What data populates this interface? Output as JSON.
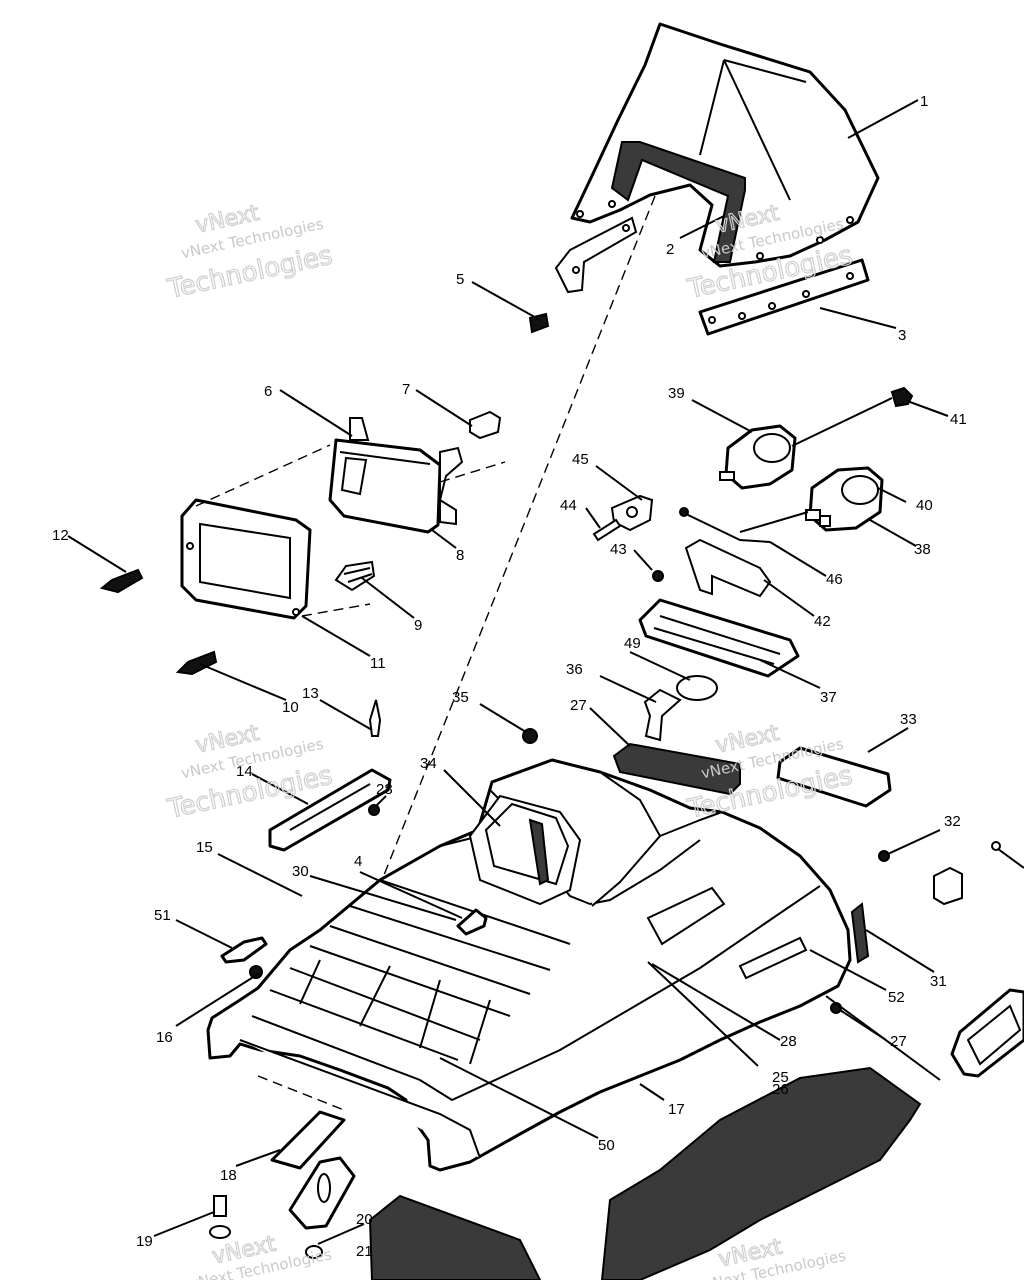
{
  "watermark": {
    "line1": "vNext",
    "line2": "vNext Technologies",
    "line3": "Technologies"
  },
  "callouts": [
    {
      "id": "1",
      "text": "1"
    },
    {
      "id": "2",
      "text": "2"
    },
    {
      "id": "3",
      "text": "3"
    },
    {
      "id": "4",
      "text": "4"
    },
    {
      "id": "5",
      "text": "5"
    },
    {
      "id": "6",
      "text": "6"
    },
    {
      "id": "7",
      "text": "7"
    },
    {
      "id": "8",
      "text": "8"
    },
    {
      "id": "9",
      "text": "9"
    },
    {
      "id": "10",
      "text": "10"
    },
    {
      "id": "11",
      "text": "11"
    },
    {
      "id": "12",
      "text": "12"
    },
    {
      "id": "13",
      "text": "13"
    },
    {
      "id": "14",
      "text": "14"
    },
    {
      "id": "15",
      "text": "15"
    },
    {
      "id": "16",
      "text": "16"
    },
    {
      "id": "17",
      "text": "17"
    },
    {
      "id": "18",
      "text": "18"
    },
    {
      "id": "19",
      "text": "19"
    },
    {
      "id": "20",
      "text": "20"
    },
    {
      "id": "21",
      "text": "21"
    },
    {
      "id": "25",
      "text": "25"
    },
    {
      "id": "26",
      "text": "26"
    },
    {
      "id": "27a",
      "text": "27"
    },
    {
      "id": "27b",
      "text": "27"
    },
    {
      "id": "28a",
      "text": "28"
    },
    {
      "id": "28b",
      "text": "28"
    },
    {
      "id": "30",
      "text": "30"
    },
    {
      "id": "31",
      "text": "31"
    },
    {
      "id": "32",
      "text": "32"
    },
    {
      "id": "33",
      "text": "33"
    },
    {
      "id": "34",
      "text": "34"
    },
    {
      "id": "35",
      "text": "35"
    },
    {
      "id": "36",
      "text": "36"
    },
    {
      "id": "37",
      "text": "37"
    },
    {
      "id": "38",
      "text": "38"
    },
    {
      "id": "39",
      "text": "39"
    },
    {
      "id": "40",
      "text": "40"
    },
    {
      "id": "41",
      "text": "41"
    },
    {
      "id": "42",
      "text": "42"
    },
    {
      "id": "43",
      "text": "43"
    },
    {
      "id": "44",
      "text": "44"
    },
    {
      "id": "45",
      "text": "45"
    },
    {
      "id": "46",
      "text": "46"
    },
    {
      "id": "49",
      "text": "49"
    },
    {
      "id": "50",
      "text": "50"
    },
    {
      "id": "51",
      "text": "51"
    },
    {
      "id": "52",
      "text": "52"
    }
  ]
}
